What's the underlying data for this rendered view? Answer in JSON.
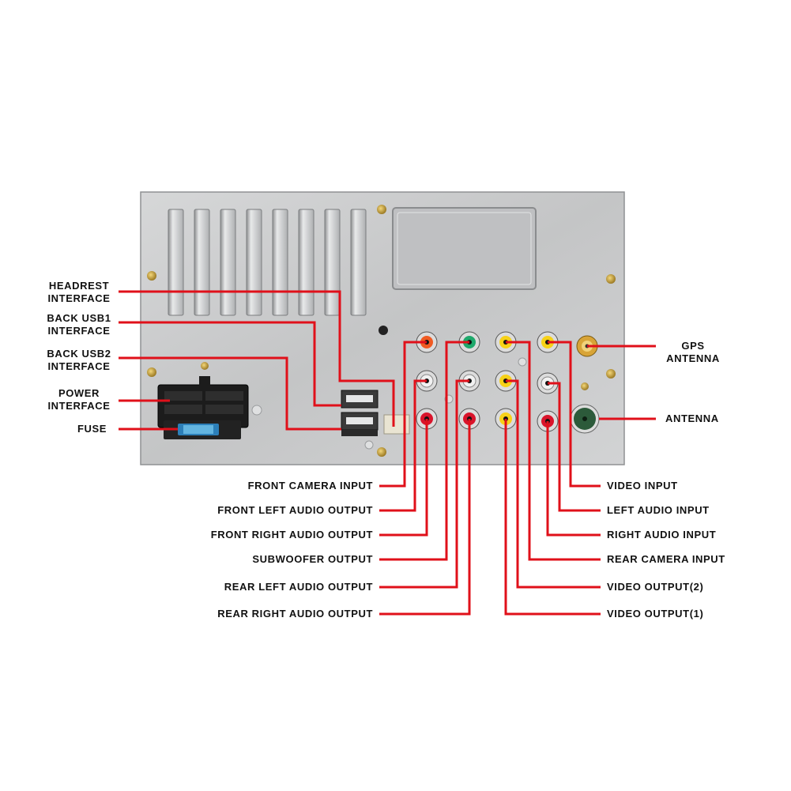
{
  "labels": {
    "headrest_line1": "HEADREST",
    "headrest_line2": "INTERFACE",
    "usb1_line1": "BACK USB1",
    "usb1_line2": "INTERFACE",
    "usb2_line1": "BACK USB2",
    "usb2_line2": "INTERFACE",
    "power_line1": "POWER",
    "power_line2": "INTERFACE",
    "fuse": "FUSE",
    "gps_line1": "GPS",
    "gps_line2": "ANTENNA",
    "antenna": "ANTENNA",
    "front_camera_input": "FRONT CAMERA INPUT",
    "front_left_audio_output": "FRONT LEFT AUDIO OUTPUT",
    "front_right_audio_output": "FRONT RIGHT AUDIO OUTPUT",
    "subwoofer_output": "SUBWOOFER OUTPUT",
    "rear_left_audio_output": "REAR LEFT AUDIO OUTPUT",
    "rear_right_audio_output": "REAR RIGHT AUDIO OUTPUT",
    "video_input": "VIDEO INPUT",
    "left_audio_input": "LEFT AUDIO INPUT",
    "right_audio_input": "RIGHT AUDIO INPUT",
    "rear_camera_input": "REAR CAMERA INPUT",
    "video_output_2": "VIDEO OUTPUT(2)",
    "video_output_1": "VIDEO OUTPUT(1)"
  },
  "colors": {
    "leader_line": "#e0101a",
    "panel": "#c9cacb",
    "connector_black": "#1a1a1a"
  }
}
